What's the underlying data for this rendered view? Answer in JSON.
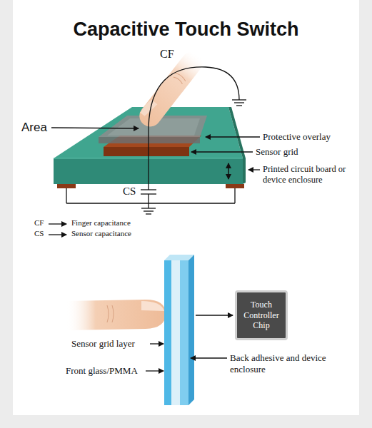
{
  "diagram": {
    "title": "Capacitive Touch Switch",
    "nodes": [
      {
        "text": [
          "Touch Controller Chip"
        ]
      }
    ],
    "edges": [],
    "labels": [
      "CF",
      "Area",
      "Protective overlay",
      "Sensor grid",
      "Printed circuit board or device enclosure",
      "CS",
      "CF",
      "CS",
      "Sensor grid layer",
      "Front glass/PMMA",
      "Back adhesive and device enclosure"
    ],
    "legend": [
      {
        "text": "Finger capacitance"
      },
      {
        "text": "Sensor capacitance"
      }
    ]
  }
}
